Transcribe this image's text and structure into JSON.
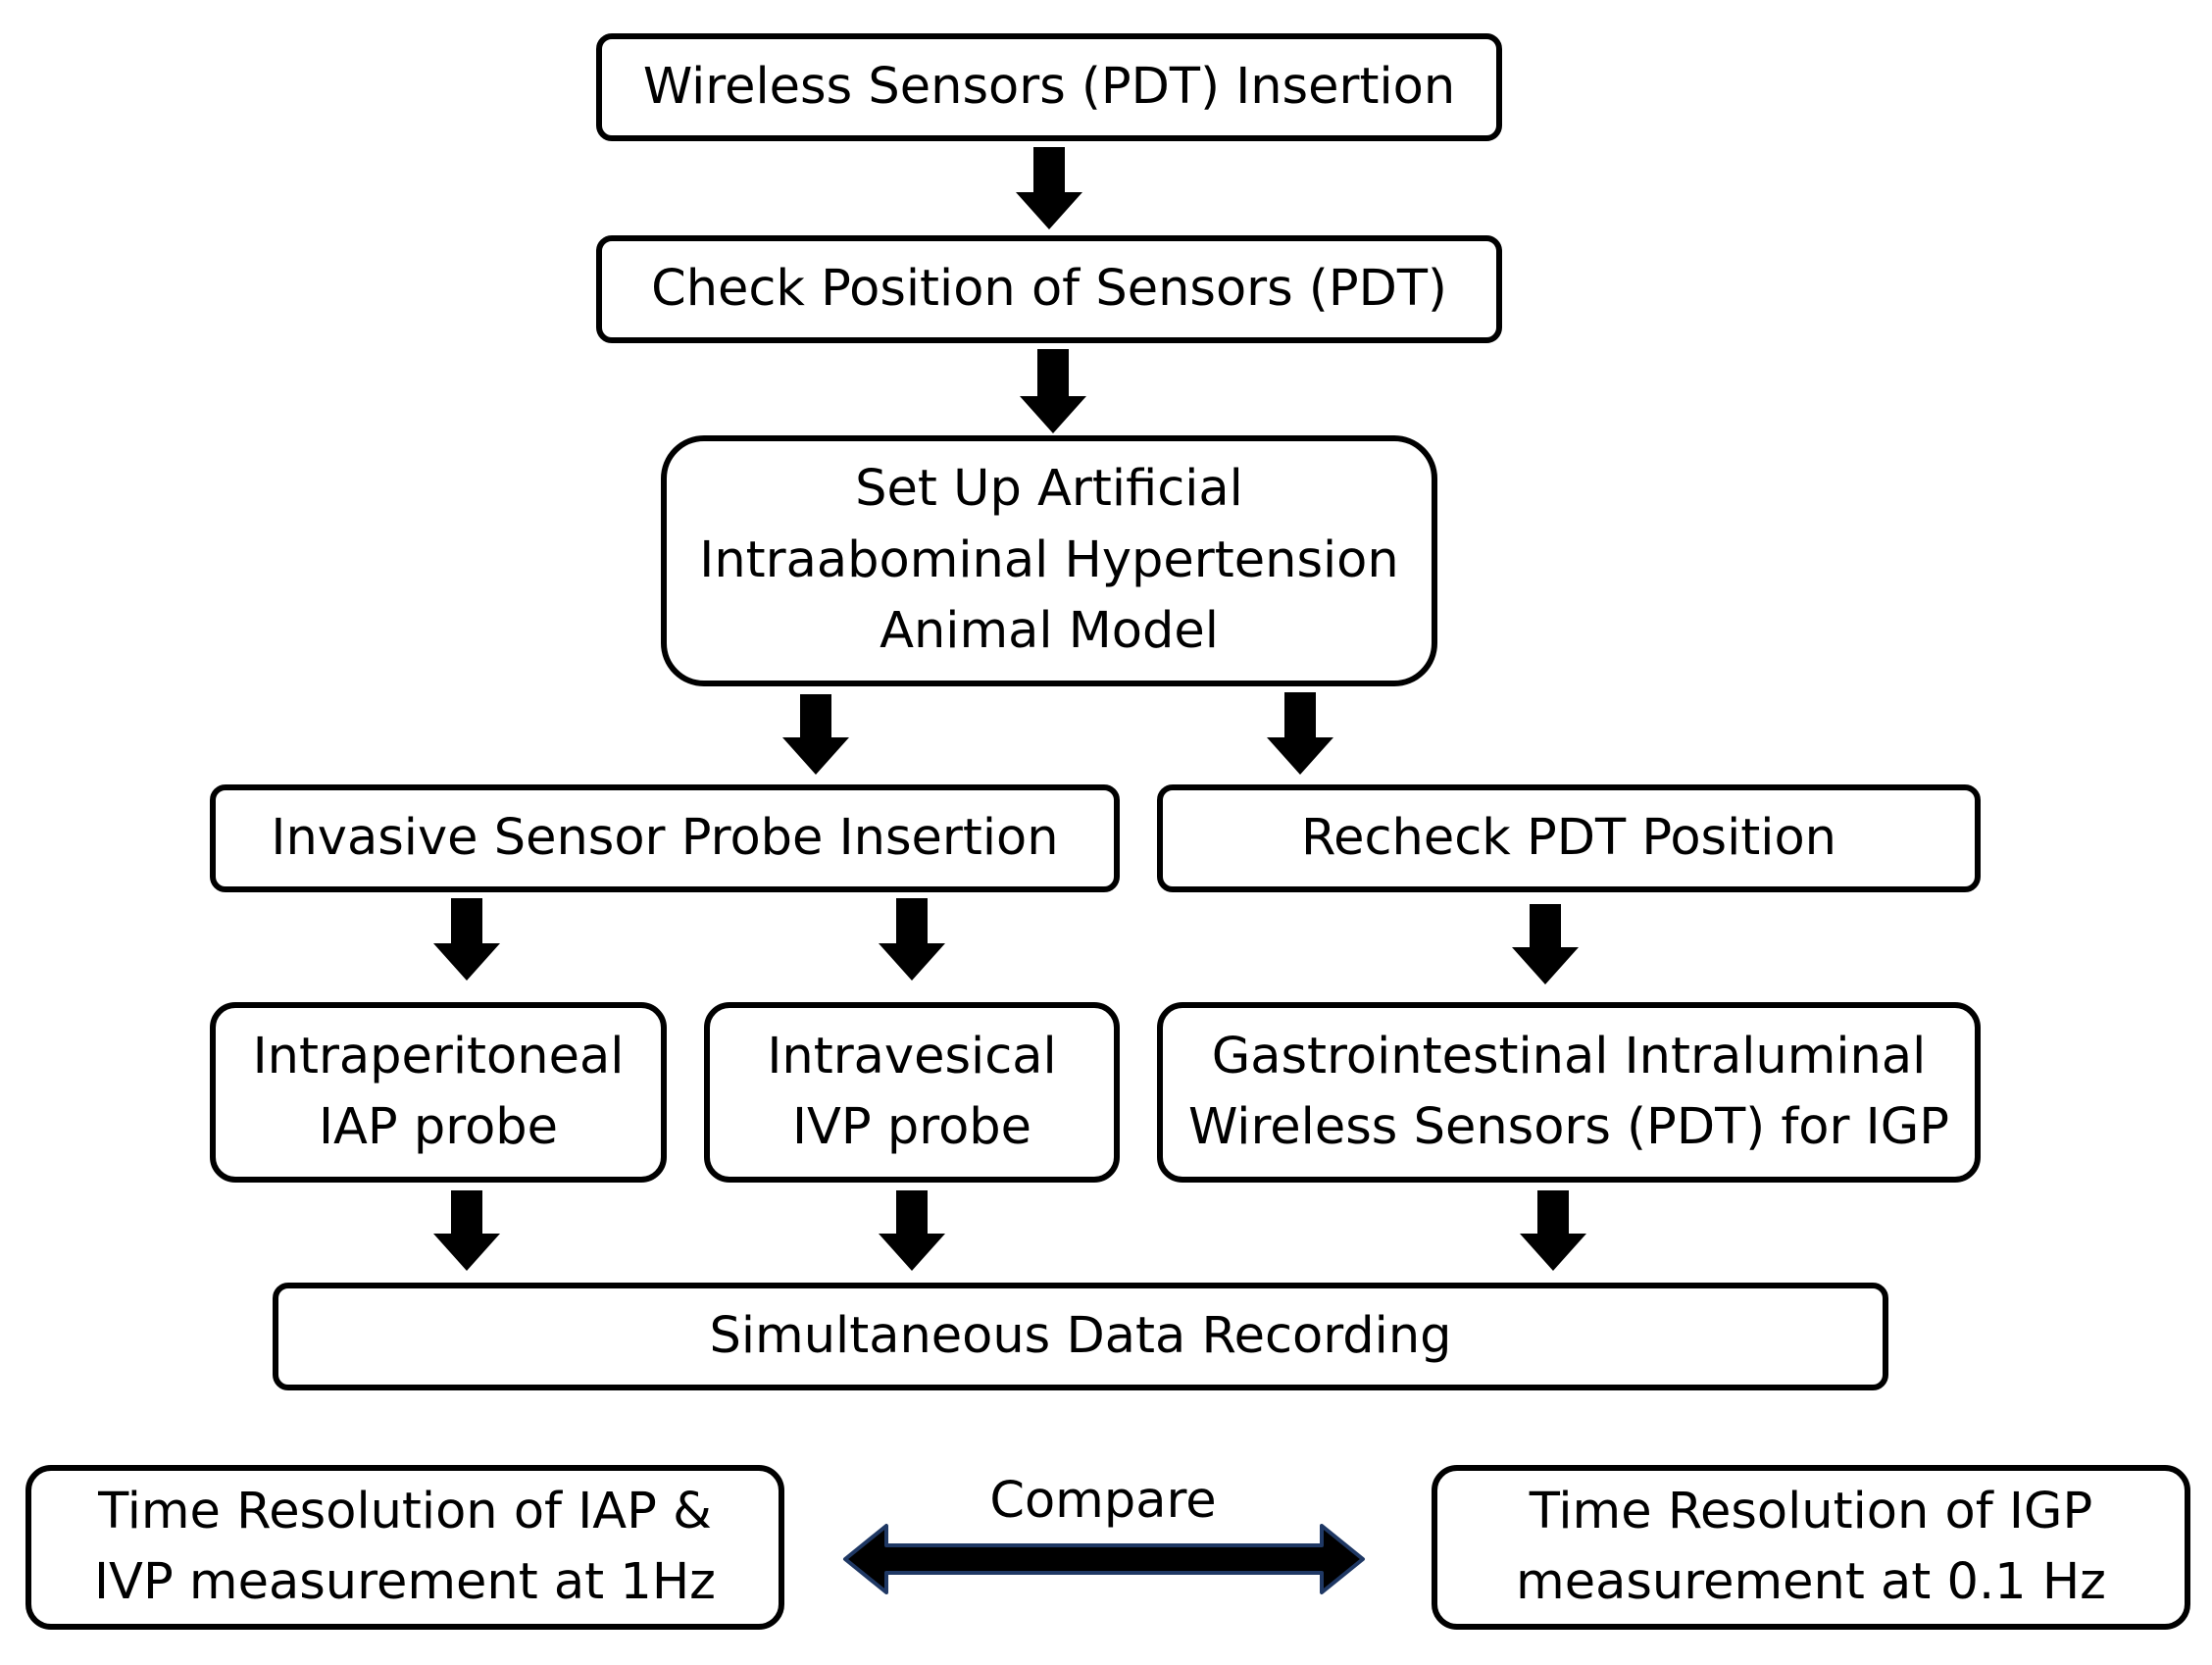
{
  "diagram": {
    "step_insertion": "Wireless Sensors (PDT) Insertion",
    "step_check": "Check Position of Sensors (PDT)",
    "step_model": [
      "Set Up Artificial",
      "Intraabominal Hypertension",
      "Animal Model"
    ],
    "step_invasive": "Invasive Sensor Probe Insertion",
    "step_recheck": "Recheck PDT Position",
    "step_iap": [
      "Intraperitoneal",
      "IAP probe"
    ],
    "step_ivp": [
      "Intravesical",
      "IVP probe"
    ],
    "step_igp": [
      "Gastrointestinal Intraluminal",
      "Wireless Sensors (PDT) for IGP"
    ],
    "step_recording": "Simultaneous Data Recording",
    "result_left": [
      "Time Resolution of IAP &",
      "IVP measurement at 1Hz"
    ],
    "result_right": [
      "Time Resolution of IGP",
      "measurement at 0.1 Hz"
    ],
    "compare_label": "Compare",
    "colors": {
      "stroke": "#000000",
      "background": "#ffffff",
      "compare_arrow_outline": "#1f3864"
    }
  }
}
